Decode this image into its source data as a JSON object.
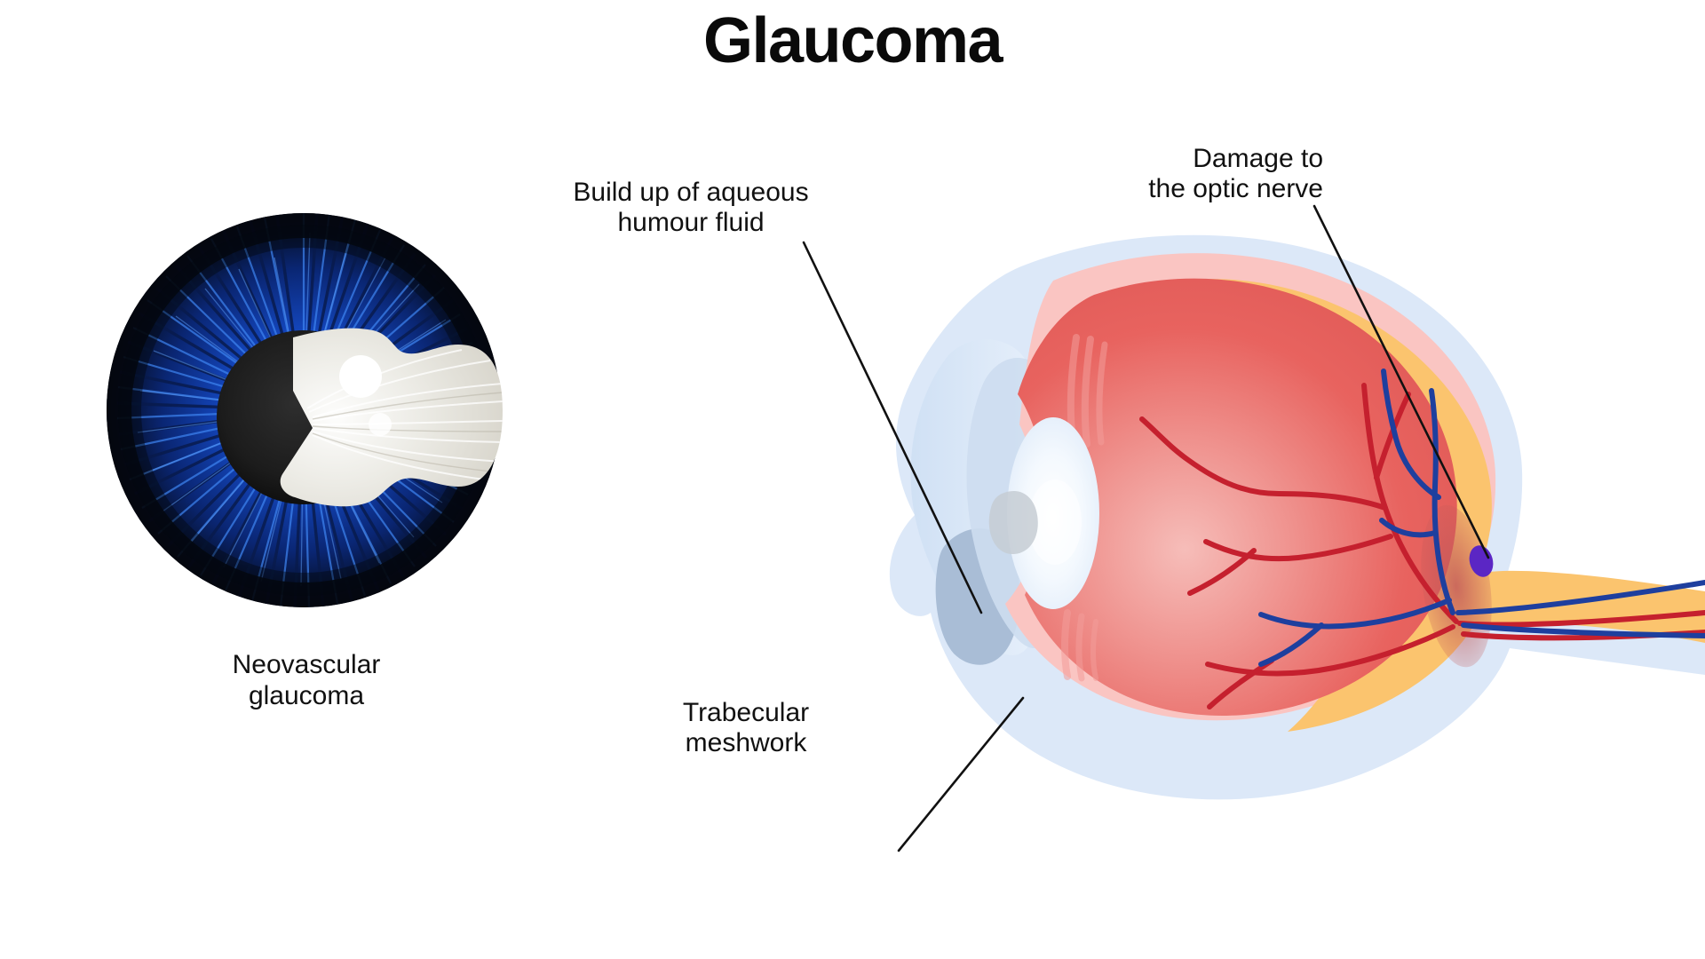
{
  "title": "Glaucoma",
  "background_color": "#ffffff",
  "figure_type": "medical-illustration",
  "labels": {
    "aqueous": "Build up of aqueous\nhumour fluid",
    "optic_nerve": "Damage to\nthe optic nerve",
    "trabecular": "Trabecular\nmeshwork",
    "neovascular_caption": "Neovascular\nglaucoma"
  },
  "colors": {
    "title": "#0a0a0a",
    "label_text": "#111111",
    "leader_line": "#111111",
    "sclera_outer": "#dce8f8",
    "choroid_pink": "#fac5c2",
    "retina_red": "#e8635f",
    "retina_red_light": "#f09e9c",
    "optic_nerve_orange": "#fbc46e",
    "cornea_blue": "#cfe0f4",
    "aqueous_buildup": "#a9bdd6",
    "lens_white": "#f7fbff",
    "iris_blue": "#1344b8",
    "iris_blue_light": "#2f6fe0",
    "iris_dark": "#05080f",
    "pupil": "#1c1c1c",
    "neovascular_white": "#e3e1da",
    "artery_red": "#c5202e",
    "vein_blue": "#1e3f9e",
    "damage_spot": "#5b26c4",
    "optic_disc": "#c35a59"
  },
  "diagram_parts": {
    "left_figure": "neovascular glaucoma iris front view",
    "right_figure": "eye cross-section showing glaucoma"
  }
}
